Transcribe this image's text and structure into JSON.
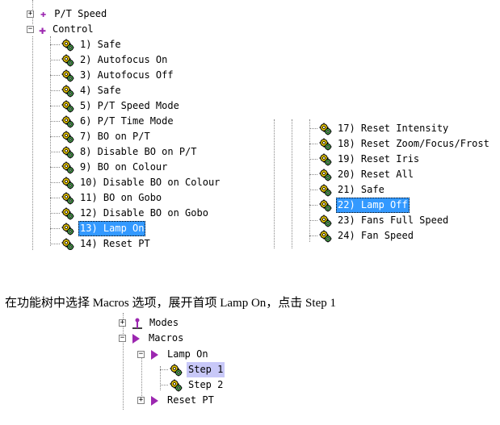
{
  "left_tree": {
    "cut_top_label": "P/T Speed",
    "group_label": "Control",
    "items": [
      {
        "label": "1) Safe"
      },
      {
        "label": "2) Autofocus On"
      },
      {
        "label": "3) Autofocus Off"
      },
      {
        "label": "4) Safe"
      },
      {
        "label": "5) P/T Speed Mode"
      },
      {
        "label": "6) P/T Time Mode"
      },
      {
        "label": "7) BO on P/T"
      },
      {
        "label": "8) Disable BO on P/T"
      },
      {
        "label": "9) BO on Colour"
      },
      {
        "label": "10) Disable BO on Colour"
      },
      {
        "label": "11) BO on Gobo"
      },
      {
        "label": "12) Disable BO on Gobo"
      },
      {
        "label": "13) Lamp On",
        "selected": true
      },
      {
        "label": "14) Reset PT"
      }
    ]
  },
  "right_tree": {
    "items": [
      {
        "label": "17) Reset Intensity"
      },
      {
        "label": "18) Reset Zoom/Focus/Frost"
      },
      {
        "label": "19) Reset Iris"
      },
      {
        "label": "20) Reset All"
      },
      {
        "label": "21) Safe"
      },
      {
        "label": "22) Lamp Off",
        "selected": true
      },
      {
        "label": "23) Fans Full Speed"
      },
      {
        "label": "24) Fan Speed"
      }
    ]
  },
  "caption": "在功能树中选择  Macros 选项，展开首项  Lamp On，点击  Step 1",
  "bottom_tree": {
    "modes_label": "Modes",
    "macros_label": "Macros",
    "lamp_on_label": "Lamp On",
    "step1_label": "Step 1",
    "step2_label": "Step 2",
    "reset_pt_label": "Reset PT"
  }
}
